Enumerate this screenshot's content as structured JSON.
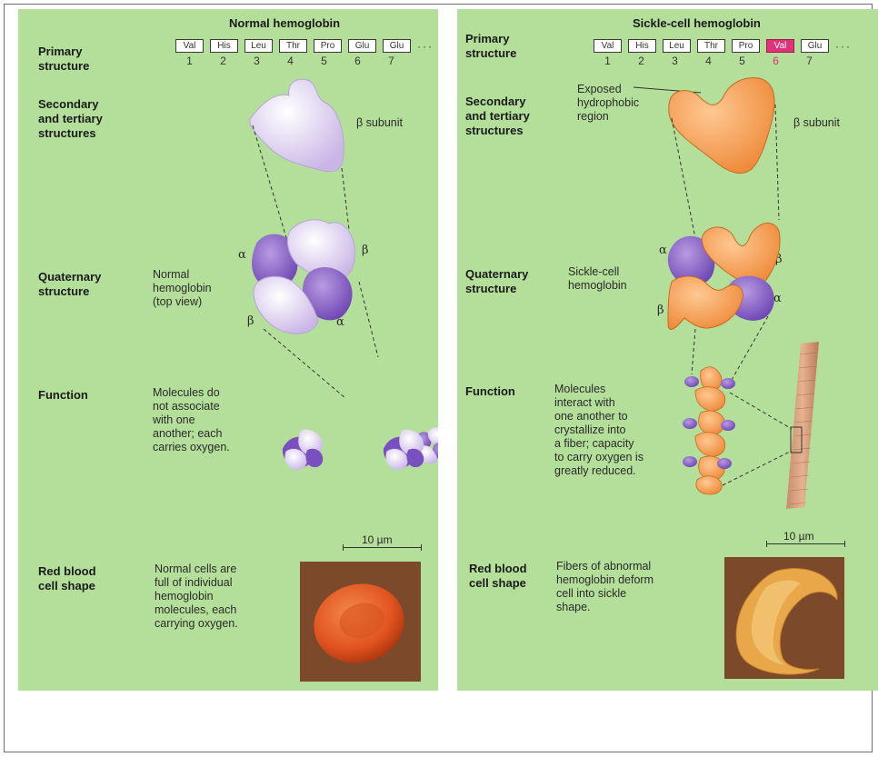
{
  "left": {
    "title": "Normal hemoglobin",
    "labels": {
      "primary": "Primary\nstructure",
      "secondary": "Secondary\nand tertiary\nstructures",
      "quaternary": "Quaternary\nstructure",
      "function": "Function",
      "rbc": "Red blood\ncell shape"
    },
    "sequence": [
      "Val",
      "His",
      "Leu",
      "Thr",
      "Pro",
      "Glu",
      "Glu"
    ],
    "numbers": [
      "1",
      "2",
      "3",
      "4",
      "5",
      "6",
      "7"
    ],
    "subunit_label": "β subunit",
    "quaternary_desc": "Normal\nhemoglobin\n(top view)",
    "function_desc": "Molecules do\nnot associate\nwith one\nanother; each\ncarries oxygen.",
    "scale": "10 µm",
    "rbc_desc": "Normal cells are\nfull of individual\nhemoglobin\nmolecules, each\ncarrying oxygen."
  },
  "right": {
    "title": "Sickle-cell hemoglobin",
    "labels": {
      "primary": "Primary\nstructure",
      "secondary": "Secondary\nand tertiary\nstructures",
      "quaternary": "Quaternary\nstructure",
      "function": "Function",
      "rbc": "Red blood\ncell shape"
    },
    "sequence": [
      "Val",
      "His",
      "Leu",
      "Thr",
      "Pro",
      "Val",
      "Glu"
    ],
    "numbers": [
      "1",
      "2",
      "3",
      "4",
      "5",
      "6",
      "7"
    ],
    "highlight_index": 5,
    "exposed_label": "Exposed\nhydrophobic\nregion",
    "subunit_label": "β subunit",
    "quaternary_desc": "Sickle-cell\nhemoglobin",
    "function_desc": "Molecules\ninteract with\none another to\ncrystallize into\na fiber; capacity\nto carry oxygen is\ngreatly reduced.",
    "scale": "10 µm",
    "rbc_desc": "Fibers of abnormal\nhemoglobin deform\ncell into sickle\nshape."
  },
  "greek": {
    "alpha": "α",
    "beta": "β"
  },
  "colors": {
    "panel": "#b4df9a",
    "normal_beta": "#e6dcf2",
    "alpha_purple": "#8a62c4",
    "sickle_beta": "#f29a4f",
    "highlight": "#e0327a",
    "rbc_bg": "#8a5a36",
    "normal_cell": "#e0531f",
    "sickle_cell": "#e8a84a"
  }
}
